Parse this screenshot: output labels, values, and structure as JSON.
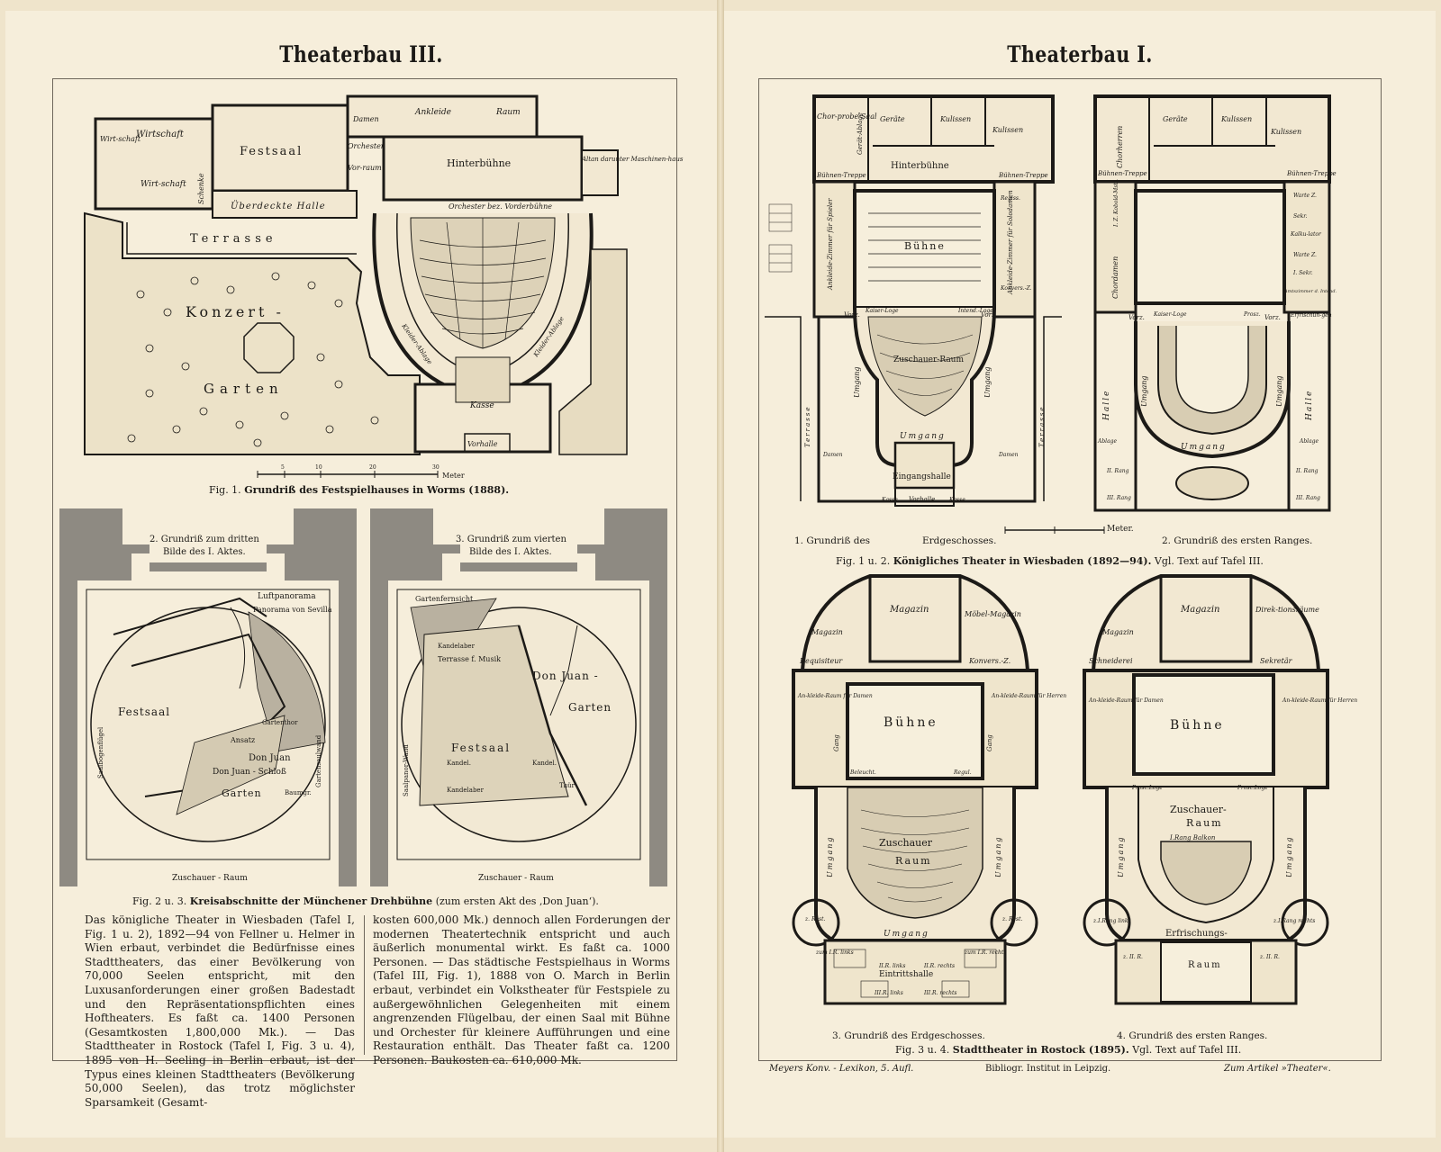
{
  "left_page": {
    "title": "Theaterbau III.",
    "fig1": {
      "labels": {
        "wirtschaft_small": "Wirt-schaft",
        "wirtschaft": "Wirtschaft",
        "festsaal": "Festsaal",
        "damen": "Damen",
        "ankleide": "Ankleide",
        "raum": "Raum",
        "orchester": "Orchester",
        "vorraum": "Vor-raum",
        "hinterbuehne": "Hinterbühne",
        "altan": "Altan darunter Maschinen-haus",
        "wirtschaft2": "Wirt-schaft",
        "schenke": "Schenke",
        "halle": "Überdeckte Halle",
        "orchester_vorderbuehne": "Orchester bez. Vorderbühne",
        "terrasse": "Terrasse",
        "konzert": "Konzert -",
        "garten": "Garten",
        "kleiderablage_l": "Kleider-Ablage",
        "kleiderablage_r": "Kleider-Ablage",
        "kasse": "Kasse",
        "vorhalle": "Vorhalle"
      },
      "scale": {
        "ticks": [
          "5",
          "10",
          "20",
          "30"
        ],
        "unit": "Meter"
      },
      "caption_prefix": "Fig. 1.",
      "caption": "Grundriß des Festspielhauses in Worms (1888)."
    },
    "fig2": {
      "heading": "2. Grundriß zum dritten Bilde des I. Aktes.",
      "labels": {
        "luftpanorama": "Luftpanorama",
        "panorama": "Panorama von Sevilla",
        "festsaal": "Festsaal",
        "saalbogenfluegel": "Saalbogenflügel",
        "gartenthor": "Gartenthor",
        "gartensaulwand": "Gartensaulwand",
        "ansatz": "Ansatz",
        "don_juan": "Don Juan",
        "schloss": "Don Juan - Schloß",
        "garten": "Garten",
        "baumgr": "Baumgr."
      },
      "footer": "Zuschauer - Raum"
    },
    "fig3": {
      "heading": "3. Grundriß zum vierten Bilde des I. Aktes.",
      "labels": {
        "gartenfernsicht": "Gartenfernsicht",
        "kandelaber": "Kandelaber",
        "terrasse_musik": "Terrasse f. Musik",
        "don_juan_garten_1": "Don Juan -",
        "don_juan_garten_2": "Garten",
        "festsaal": "Festsaal",
        "kandel": "Kandel.",
        "saalpanorwand": "Saalpanor-Wand",
        "thuer": "Thür"
      },
      "footer": "Zuschauer - Raum"
    },
    "fig23_caption": {
      "prefix": "Fig. 2 u. 3.",
      "bold": "Kreisabschnitte der Münchener Drehbühne",
      "suffix": "(zum ersten Akt des ‚Don Juan‘)."
    },
    "text_col1": "Das königliche Theater in Wiesbaden (Tafel I, Fig. 1 u. 2), 1892—94 von Fellner u. Helmer in Wien erbaut, verbindet die Bedürfnisse eines Stadttheaters, das einer Bevölkerung von 70,000 Seelen entspricht, mit den Luxusanforderungen einer großen Badestadt und den Repräsentationspflichten eines Hoftheaters. Es faßt ca. 1400 Personen (Gesamtkosten 1,800,000 Mk.). — Das Stadttheater in Rostock (Tafel I, Fig. 3 u. 4), 1895 von H. Seeling in Berlin erbaut, ist der Typus eines kleinen Stadttheaters (Bevölkerung 50,000 Seelen), das trotz möglichster Sparsamkeit (Gesamt-",
    "text_col2": "kosten 600,000 Mk.) dennoch allen Forderungen der modernen Theatertechnik entspricht und auch äußerlich monumental wirkt. Es faßt ca. 1000 Personen. — Das städtische Festspielhaus in Worms (Tafel III, Fig. 1), 1888 von O. March in Berlin erbaut, verbindet ein Volkstheater für Festspiele zu außergewöhnlichen Gelegenheiten mit einem angrenzenden Flügelbau, der einen Saal mit Bühne und Orchester für kleinere Aufführungen und eine Restauration enthält. Das Theater faßt ca. 1200 Personen. Baukosten ca. 610,000 Mk."
  },
  "right_page": {
    "title": "Theaterbau I.",
    "fig1": {
      "labels": {
        "chorprobesaal": "Chor-probe-Saal",
        "garderobe": "Gerät-Ablage",
        "geraete": "Geräte",
        "kulissen1": "Kulissen",
        "kulissen2": "Kulissen",
        "hinterbuehne": "Hinterbühne",
        "buehnentreppe_l": "Bühnen-Treppe",
        "buehnentreppe_r": "Bühnen-Treppe",
        "ankleide_l": "Ankleide-Zimmer für Spieler",
        "ankleide_r": "Ankleide-Zimmer für Solodamen",
        "regiss": "Regiss.",
        "buehne": "Bühne",
        "konverz": "Konvers.-Z.",
        "vorz_l": "Vorz.",
        "vorz_r": "Vorz.",
        "kaiser_loge": "Kaiser-Loge",
        "intend_loge": "Intend.-Loge",
        "zuschauerraum": "Zuschauer-Raum",
        "umgang_l": "Umgang",
        "umgang_r": "Umgang",
        "umgang_b": "Umgang",
        "terrasse_l": "Terrasse",
        "terrasse_r": "Terrasse",
        "eingangshalle": "Eingangshalle",
        "kasse_l": "Kasse",
        "vorhalle": "Vorhalle",
        "kasse_r": "Kasse",
        "damen_l": "Damen",
        "damen_r": "Damen"
      },
      "caption_left": "1. Grundriß des",
      "caption_mid": "Erdgeschosses.",
      "scale_unit": "Meter."
    },
    "fig2": {
      "labels": {
        "chorherren": "Chorherren",
        "geraete": "Geräte",
        "kulissen1": "Kulissen",
        "kulissen2": "Kulissen",
        "buehnentreppe_l": "Bühnen-Treppe",
        "buehnentreppe_r": "Bühnen-Treppe",
        "kobold": "I. Z. Kobold-Mstr.",
        "chordamen": "Chordamen",
        "warte": "Warte Z.",
        "sekr": "Sekr.",
        "kalkulator": "Kalku-lator",
        "warte2": "Warte Z.",
        "sekr2": "I. Sekr.",
        "amtszimmer": "Amtszimmer d. Intend.",
        "vorz_l": "Vorz.",
        "kaiser_loge": "Kaiser-Loge",
        "prosz": "Prosz.",
        "vorz_r": "Vorz.",
        "erfrischungen": "Erfrischun-gen",
        "halle_l": "Halle",
        "halle_r": "Halle",
        "umgang_l": "Umgang",
        "umgang_r": "Umgang",
        "umgang_b": "Umgang",
        "ablage_l": "Ablage",
        "ablage_r": "Ablage",
        "rang_l1": "II. Rang",
        "rang_l2": "III. Rang",
        "rang_r1": "II. Rang",
        "rang_r2": "III. Rang"
      },
      "caption": "2. Grundriß des ersten Ranges."
    },
    "fig12_caption": {
      "prefix": "Fig. 1 u. 2.",
      "bold": "Königliches Theater in Wiesbaden (1892—94).",
      "suffix": "Vgl. Text auf Tafel III."
    },
    "fig3": {
      "labels": {
        "magazin_top": "Magazin",
        "magazin_l": "Magazin",
        "moebel": "Möbel-Magazin",
        "requisiteur": "Requisiteur",
        "konversz": "Konvers.-Z.",
        "buehne": "Bühne",
        "ankleide_l": "An-kleide-Raum für Damen",
        "ankleide_r": "An-kleide-Raum für Herren",
        "gang_l": "Gang",
        "gang_r": "Gang",
        "beleucht": "Beleucht.",
        "regul": "Regul.",
        "zuschauer": "Zuschauer",
        "raum": "Raum",
        "umgang_l": "Umgang",
        "umgang_r": "Umgang",
        "umgang_b": "Umgang",
        "zrest_l": "z. Rest.",
        "zrest_r": "z. Rest.",
        "zum_links": "zum I.R. links",
        "zum_rechts": "zum I.R. rechts",
        "eintrittshalle": "Eintrittshalle",
        "rlinks": "II.R. links",
        "rrechts": "II.R. rechts",
        "rlinks3": "III.R. links",
        "rrechts3": "III.R. rechts"
      },
      "caption": "3. Grundriß des Erdgeschosses."
    },
    "fig4": {
      "labels": {
        "magazin_top": "Magazin",
        "magazin_l": "Magazin",
        "direktionsraeume": "Direk-tionsräume",
        "schneiderei": "Schneiderei",
        "sekretaer": "Sekretär",
        "buehne": "Bühne",
        "ankleide_l": "An-kleide-Raum für Damen",
        "ankleide_r": "An-kleide-Raum für Herren",
        "prosc_l": "Prosc.Loge",
        "prosc_r": "Prosc.Loge",
        "zuschauer": "Zuschauer-",
        "raum": "Raum",
        "balkon": "I.Rang Balkon",
        "umgang_l": "Umgang",
        "umgang_r": "Umgang",
        "rang_links": "z.I.Rang links",
        "rang_rechts": "z.I.Rang rechts",
        "erfrischungs": "Erfrischungs-",
        "raum2": "Raum",
        "zii_l": "z. II. R.",
        "zii_r": "z. II. R."
      },
      "caption": "4. Grundriß des ersten Ranges."
    },
    "fig34_caption": {
      "prefix": "Fig. 3 u. 4.",
      "bold": "Stadttheater in Rostock (1895).",
      "suffix": "Vgl. Text auf Tafel III."
    },
    "footer": {
      "left": "Meyers Konv. - Lexikon, 5. Aufl.",
      "center": "Bibliogr. Institut in Leipzig.",
      "right": "Zum Artikel »Theater«."
    }
  }
}
